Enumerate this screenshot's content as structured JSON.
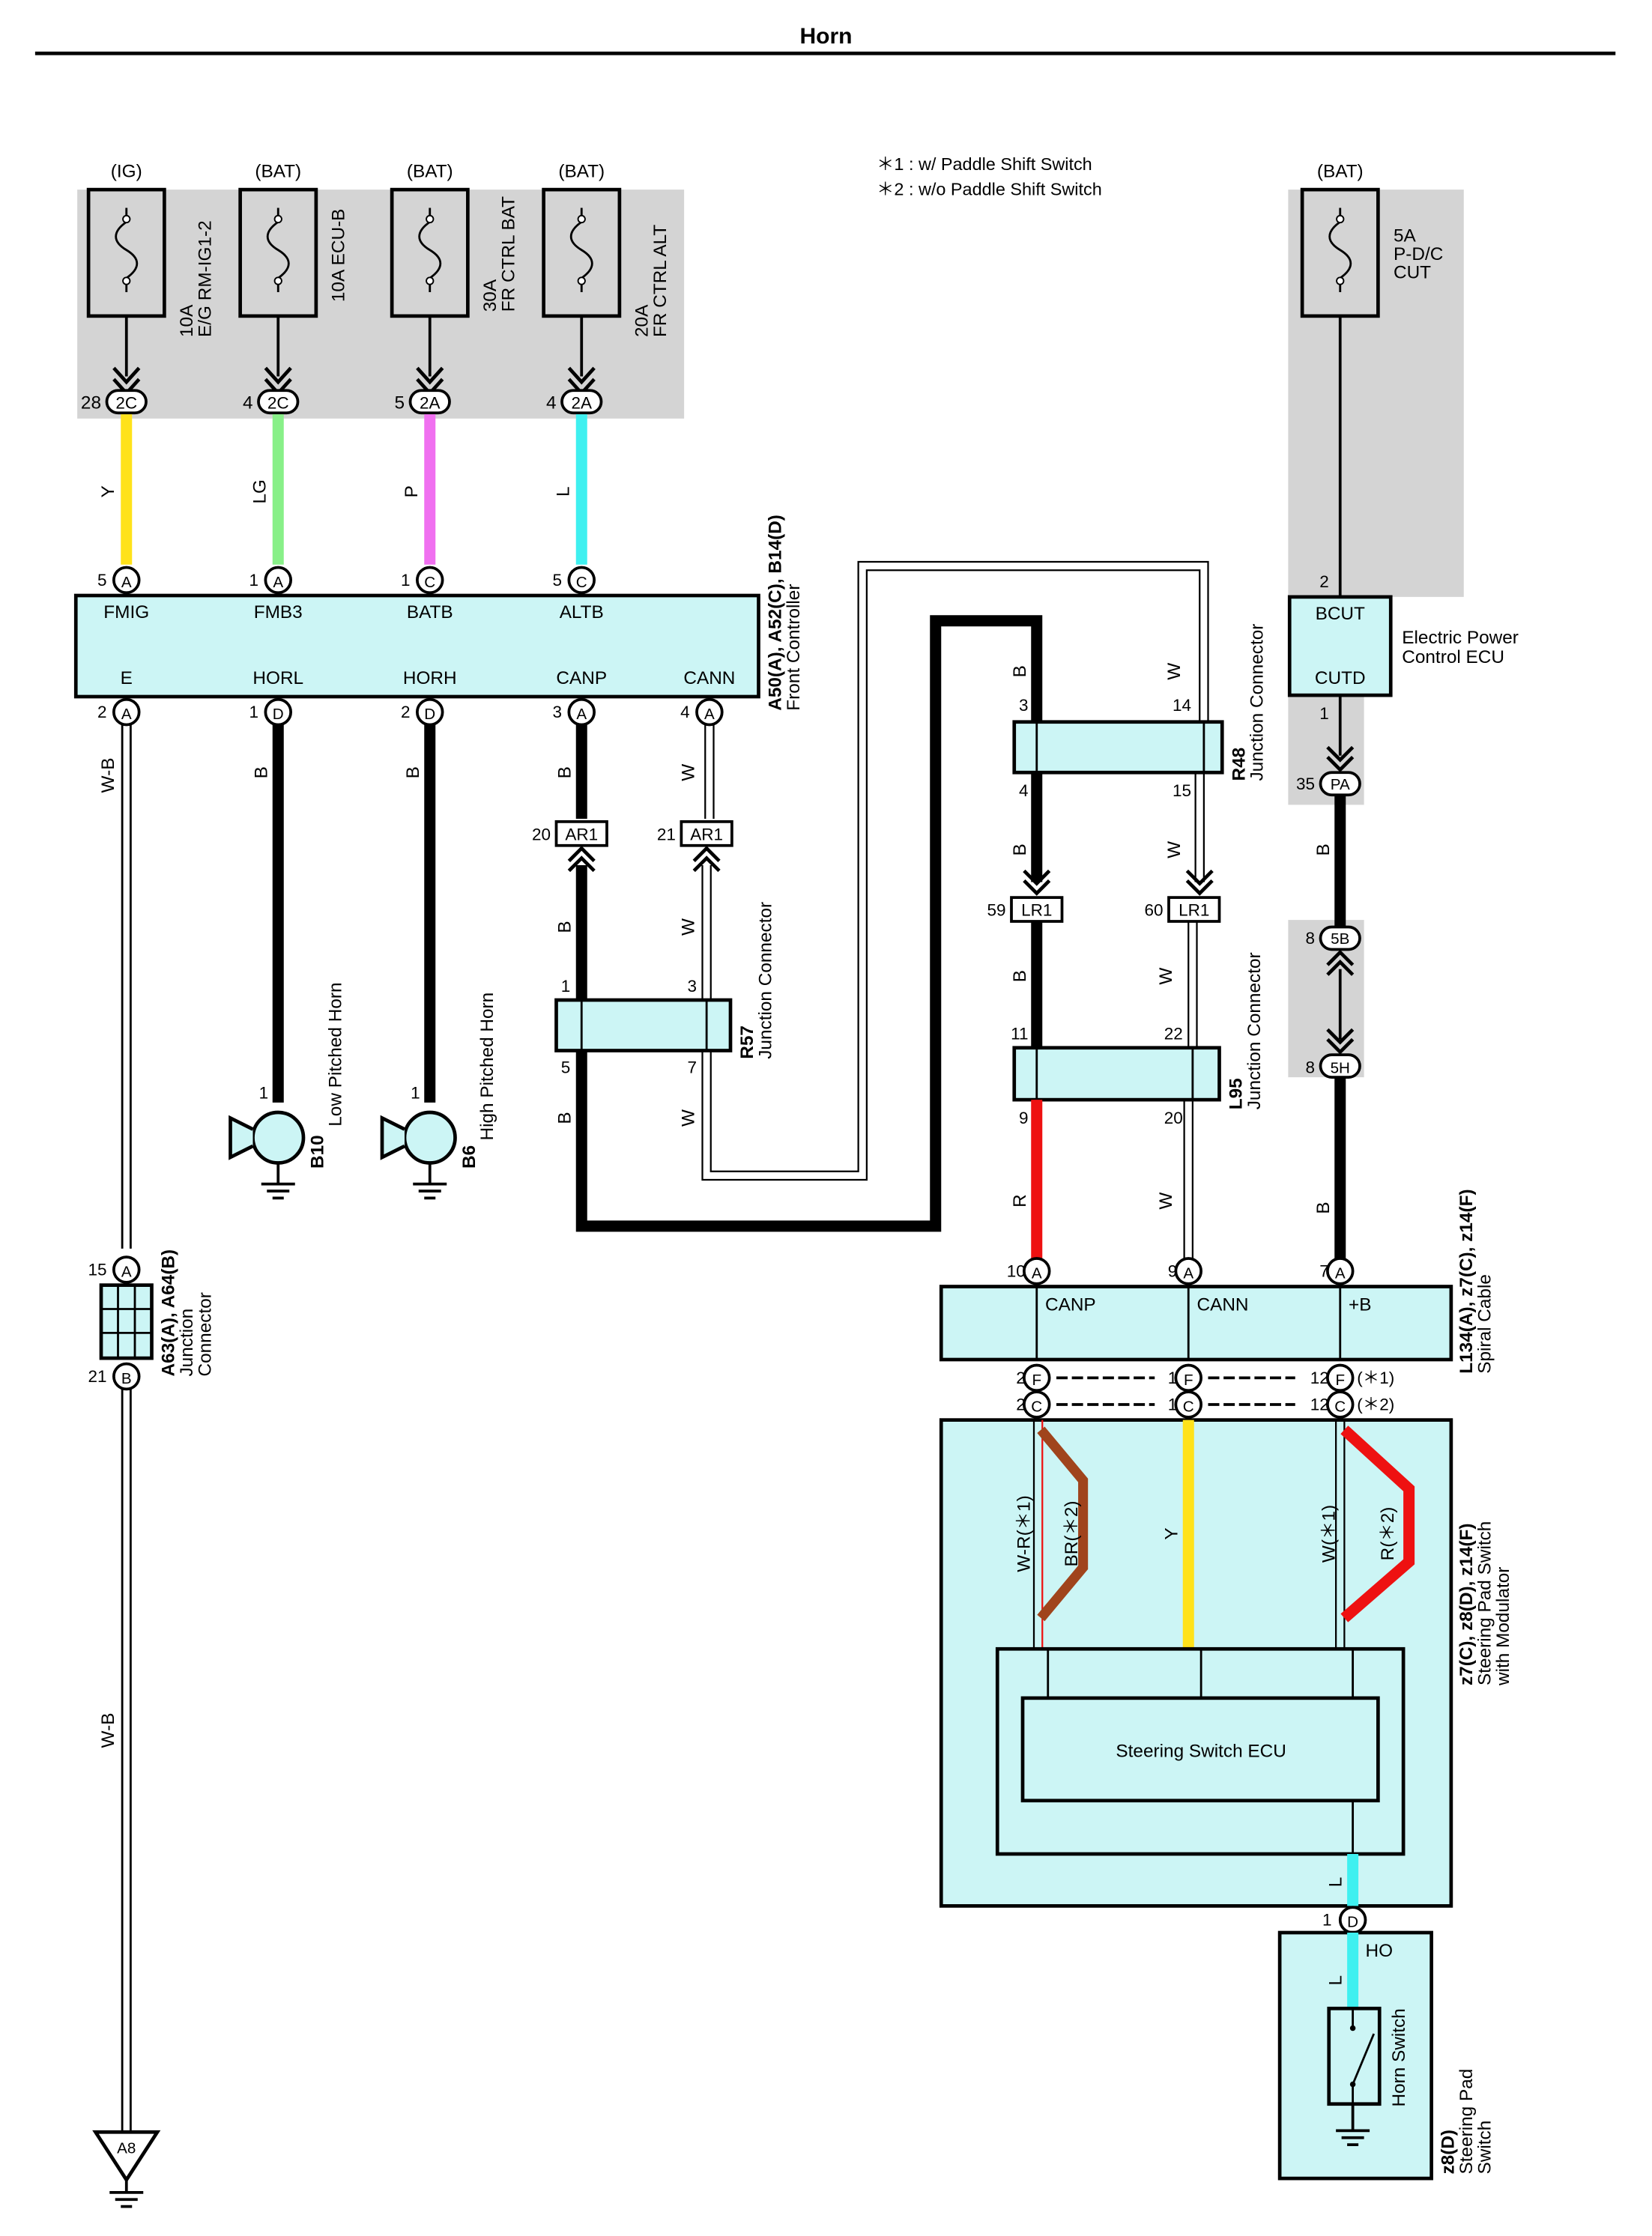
{
  "title": "Horn",
  "notes": [
    "＊1 : w/ Paddle Shift Switch",
    "＊2 : w/o Paddle Shift Switch"
  ],
  "sources": [
    {
      "supply": "(IG)",
      "fuse_amp": "10A",
      "fuse_name": "E/G RM-IG1-2",
      "pin": "28",
      "connector": "2C",
      "wire": "Y",
      "color": "#ffe21a"
    },
    {
      "supply": "(BAT)",
      "fuse_amp": "10A ECU-B",
      "fuse_name": "",
      "pin": "4",
      "connector": "2C",
      "wire": "LG",
      "color": "#88f088"
    },
    {
      "supply": "(BAT)",
      "fuse_amp": "30A",
      "fuse_name": "FR CTRL BAT",
      "pin": "5",
      "connector": "2A",
      "wire": "P",
      "color": "#f070f0"
    },
    {
      "supply": "(BAT)",
      "fuse_amp": "20A",
      "fuse_name": "FR CTRL ALT",
      "pin": "4",
      "connector": "2A",
      "wire": "L",
      "color": "#3ff0f0"
    }
  ],
  "pdc": {
    "supply": "(BAT)",
    "line1": "5A",
    "line2": "P-D/C",
    "line3": "CUT",
    "pin": "2"
  },
  "front_controller": {
    "label": "A50(A), A52(C), B14(D)",
    "name": "Front Controller",
    "top_pins": [
      {
        "num": "5",
        "conn": "A",
        "name": "FMIG"
      },
      {
        "num": "1",
        "conn": "A",
        "name": "FMB3"
      },
      {
        "num": "1",
        "conn": "C",
        "name": "BATB"
      },
      {
        "num": "5",
        "conn": "C",
        "name": "ALTB"
      }
    ],
    "bottom_pins": [
      {
        "num": "2",
        "conn": "A",
        "name": "E",
        "wire": "W-B"
      },
      {
        "num": "1",
        "conn": "D",
        "name": "HORL",
        "wire": "B"
      },
      {
        "num": "2",
        "conn": "D",
        "name": "HORH",
        "wire": "B"
      },
      {
        "num": "3",
        "conn": "A",
        "name": "CANP",
        "wire": "B"
      },
      {
        "num": "4",
        "conn": "A",
        "name": "CANN",
        "wire": "W"
      }
    ]
  },
  "ar1": {
    "name": "AR1",
    "left_pin": "20",
    "right_pin": "21",
    "wire_left": "B",
    "wire_right": "W"
  },
  "r57": {
    "label": "R57",
    "name": "Junction Connector",
    "p1": "1",
    "p3": "3",
    "p5": "5",
    "p7": "7",
    "wire_b": "B",
    "wire_w": "W"
  },
  "horns": [
    {
      "pin": "1",
      "code": "B10",
      "name": "Low Pitched Horn"
    },
    {
      "pin": "1",
      "code": "B6",
      "name": "High Pitched Horn"
    }
  ],
  "a63": {
    "label": "A63(A), A64(B)",
    "name1": "Junction",
    "name2": "Connector",
    "top_pin": "15",
    "top_conn": "A",
    "bot_pin": "21",
    "bot_conn": "B",
    "wire": "W-B"
  },
  "ground": "A8",
  "r48": {
    "label": "R48",
    "name": "Junction Connector",
    "p3": "3",
    "p4": "4",
    "p14": "14",
    "p15": "15",
    "wire_b": "B",
    "wire_w": "W"
  },
  "lr1": {
    "name": "LR1",
    "left_pin": "59",
    "right_pin": "60",
    "wire_b": "B",
    "wire_w": "W"
  },
  "l95": {
    "label": "L95",
    "name": "Junction Connector",
    "p11": "11",
    "p22": "22",
    "p9": "9",
    "p20": "20",
    "wire_r": "R",
    "wire_w": "W"
  },
  "epc": {
    "name1": "Electric Power",
    "name2": "Control ECU",
    "bcut": "BCUT",
    "cutd": "CUTD",
    "pin_out": "1"
  },
  "pa": {
    "pin": "35",
    "conn": "PA",
    "wire": "B"
  },
  "j5b": {
    "pin": "8",
    "conn": "5B"
  },
  "j5h": {
    "pin": "8",
    "conn": "5H",
    "wire": "B"
  },
  "spiral": {
    "label": "L134(A), z7(C), z14(F)",
    "name": "Spiral Cable",
    "top_pins": [
      {
        "num": "10",
        "conn": "A",
        "name": "CANP"
      },
      {
        "num": "9",
        "conn": "A",
        "name": "CANN"
      },
      {
        "num": "7",
        "conn": "A",
        "name": "+B"
      }
    ],
    "row_f": {
      "p1": "2",
      "p2": "1",
      "p3": "12",
      "conn": "F",
      "note": "(＊1)"
    },
    "row_c": {
      "p1": "2",
      "p2": "1",
      "p3": "12",
      "conn": "C",
      "note": "(＊2)"
    }
  },
  "sps": {
    "label": "z7(C), z8(D), z14(F)",
    "name1": "Steering Pad Switch",
    "name2": "with Modulator",
    "wire_wr": "W-R(＊1)",
    "wire_br": "BR(＊2)",
    "wire_y": "Y",
    "wire_w": "W(＊1)",
    "wire_r": "R(＊2)",
    "ecu": "Steering Switch ECU",
    "wire_l": "L"
  },
  "horn_switch": {
    "pin": "1",
    "conn": "D",
    "ho": "HO",
    "wire": "L",
    "name": "Horn Switch",
    "label": "z8(D)",
    "name1": "Steering Pad",
    "name2": "Switch"
  },
  "colors": {
    "panel": "#ccf5f5",
    "gray": "#d4d4d4",
    "black": "#000000",
    "red": "#ee1111",
    "brown": "#a0441c",
    "yellow": "#ffe21a",
    "cyan": "#3ff0f0"
  }
}
